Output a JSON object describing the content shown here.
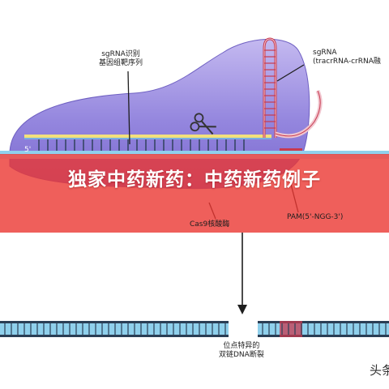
{
  "labels": {
    "sgrna_target": [
      "sgRNA识别",
      "基因组靶序列"
    ],
    "sgrna": [
      "sgRNA",
      "(tracrRNA-crRNA融"
    ],
    "five_prime": "5'",
    "cas9": "Cas9核酸酶",
    "pam": "PAM(5'-NGG-3')",
    "cut": [
      "位点特异的",
      "双链DNA断裂"
    ]
  },
  "banner": {
    "title": "独家中药新药：中药新药例子"
  },
  "watermark": "头条",
  "colors": {
    "protein": "#8f7fdc",
    "protein_light": "#c7bdf2",
    "dna_blue": "#8fd0ec",
    "dna_dark": "#2a3e55",
    "guide_yellow": "#f2e07c",
    "rna_red": "#c83a4f",
    "rna_pink": "#f1c6cf",
    "banner": "#eb3732"
  }
}
